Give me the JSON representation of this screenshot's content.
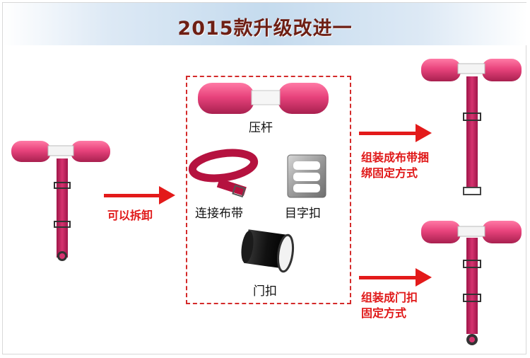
{
  "title": "2015款升级改进一",
  "labels": {
    "detachable": "可以拆卸",
    "bar": "压杆",
    "strap": "连接布带",
    "buckle": "目字扣",
    "door_buckle": "门扣",
    "strap_method_line1": "组装成布带捆",
    "strap_method_line2": "绑固定方式",
    "door_method_line1": "组装成门扣",
    "door_method_line2": "固定方式"
  },
  "colors": {
    "title": "#6e1f14",
    "accent_red": "#e01818",
    "foam_pink": "#e8437c",
    "strap_pink": "#c41f5e",
    "banner": "#c5dbee"
  }
}
